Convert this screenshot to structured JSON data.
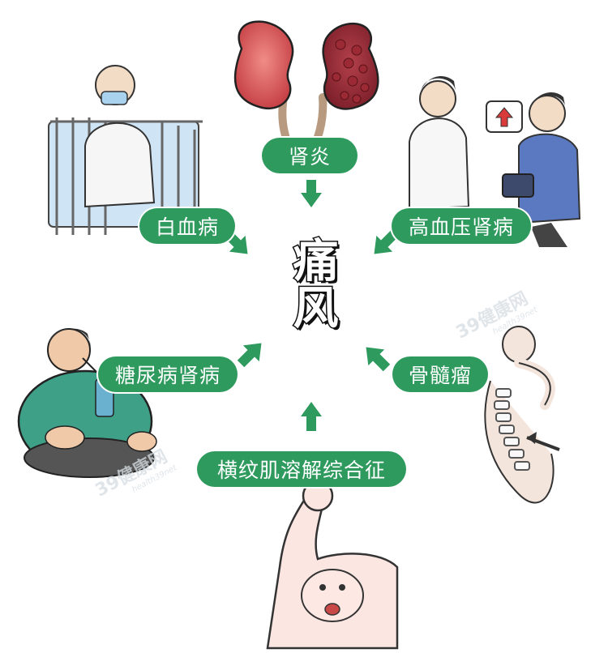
{
  "center_title": "痛风",
  "causes": {
    "top": "肾炎",
    "top_right": "高血压肾病",
    "top_left": "白血病",
    "mid_left": "糖尿病肾病",
    "mid_right": "骨髓瘤",
    "bottom": "横纹肌溶解综合征"
  },
  "watermarks": [
    {
      "main": "39健康网",
      "sub": "health39net"
    },
    {
      "main": "39健康网",
      "sub": "health39net"
    }
  ],
  "colors": {
    "pill": "#2f9a5e",
    "arrow": "#2f9a5e"
  },
  "icons": {
    "kidneys": "kidneys-illustration",
    "hypertension": "blood-pressure-illustration",
    "leukemia": "hospital-patient-illustration",
    "diabetes": "obese-patient-illustration",
    "myeloma": "skeleton-spine-illustration",
    "rhabdomyolysis": "flexed-arm-illustration"
  }
}
